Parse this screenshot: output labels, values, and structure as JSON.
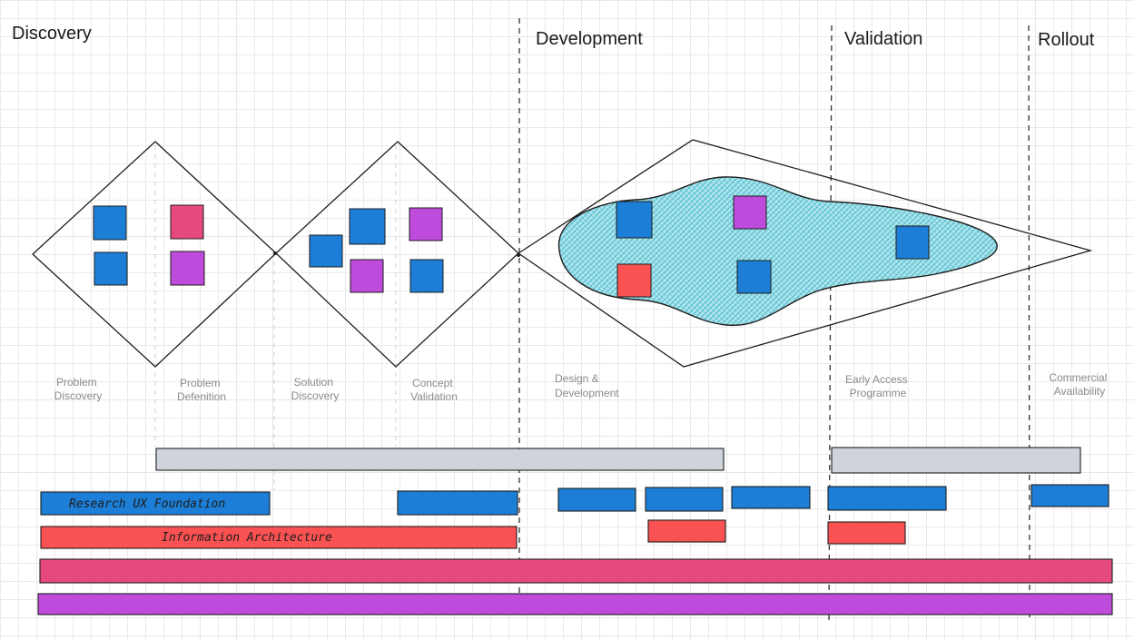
{
  "phases": {
    "discovery": "Discovery",
    "development": "Development",
    "validation": "Validation",
    "rollout": "Rollout"
  },
  "stages": {
    "problem_discovery": [
      "Problem",
      "Discovery"
    ],
    "problem_definition": [
      "Problem",
      "Defenition"
    ],
    "solution_discovery": [
      "Solution",
      "Discovery"
    ],
    "concept_validation": [
      "Concept",
      "Validation"
    ],
    "design_development": [
      "Design &",
      "Development"
    ],
    "early_access": [
      "Early Access",
      "Programme"
    ],
    "commercial_availability": [
      "Commercial",
      "Availability"
    ]
  },
  "bars": {
    "research_ux": "Research UX Foundation",
    "information_architecture": "Information Architecture"
  },
  "colors": {
    "blue": "#1c7ed6",
    "red": "#fa5252",
    "pink": "#e64980",
    "purple": "#be4bdb",
    "grey": "#ced4da",
    "teal": "#15aabf"
  }
}
